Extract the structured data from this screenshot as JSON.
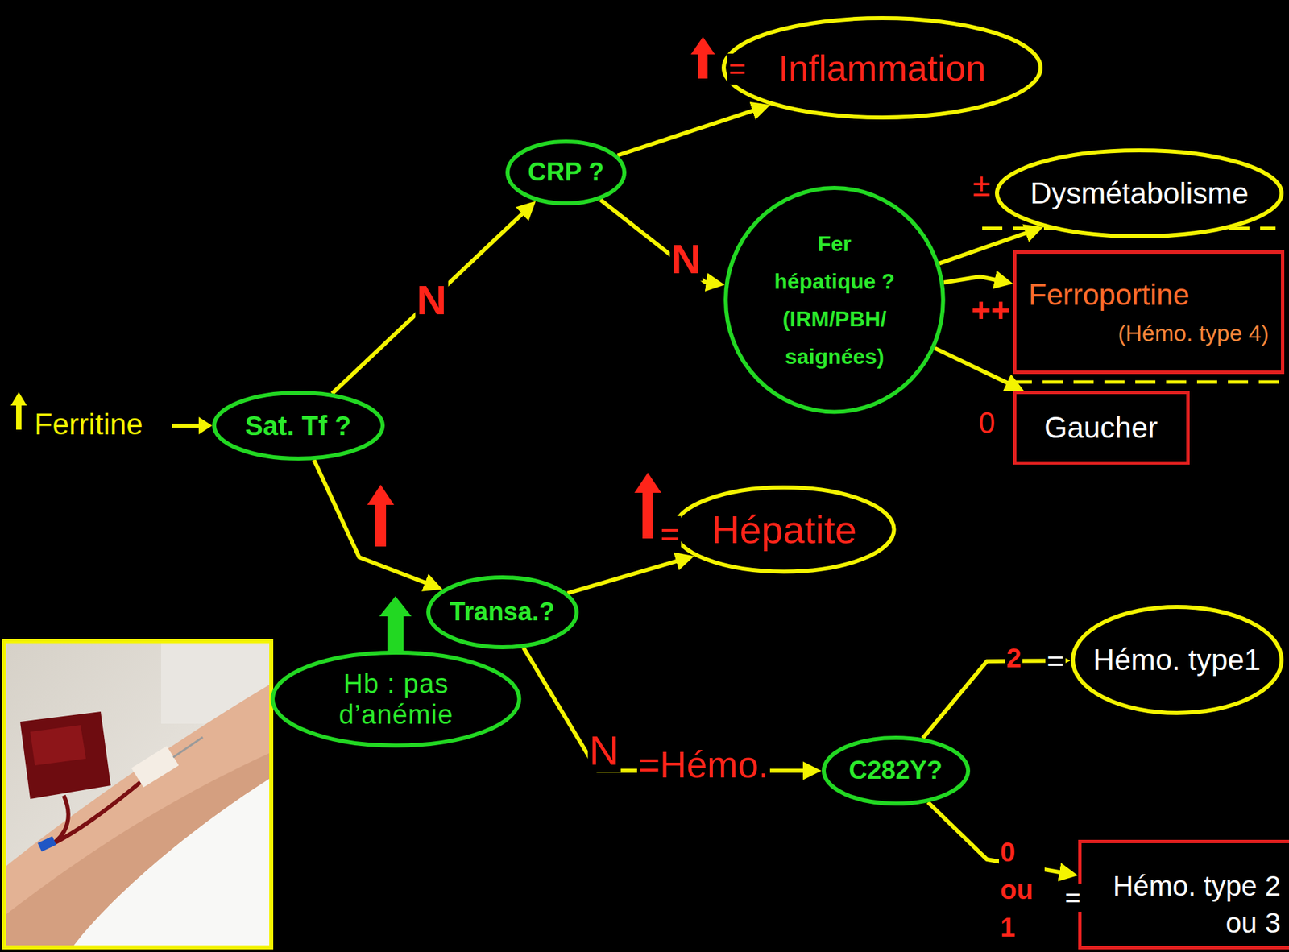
{
  "diagram": {
    "nodes": [
      {
        "text": [
          "Sat. Tf ?"
        ]
      },
      {
        "text": [
          "CRP ?"
        ]
      },
      {
        "text": [
          "Inflammation"
        ]
      },
      {
        "text": [
          "Fer hépatique ? (IRM/PBH/ saignées)"
        ]
      },
      {
        "text": [
          "Dysmétabolisme"
        ]
      },
      {
        "text": [
          "Ferroportine",
          "(Hémo. type 4)"
        ]
      },
      {
        "text": [
          "Gaucher"
        ]
      },
      {
        "text": [
          "Transa.?"
        ]
      },
      {
        "text": [
          "Hépatite"
        ]
      },
      {
        "text": [
          "Hb : pas d’anémie"
        ]
      },
      {
        "text": [
          "C282Y?"
        ]
      },
      {
        "text": [
          "Hémo. type1"
        ]
      },
      {
        "text": [
          "Hémo. type 2 ou 3"
        ]
      }
    ],
    "edges": [
      {
        "from": 0,
        "to": 1,
        "label": "N",
        "arrow": "to"
      },
      {
        "from": 1,
        "to": 2,
        "arrow": "to"
      },
      {
        "from": 1,
        "to": 3,
        "label": "N",
        "arrow": "to"
      },
      {
        "from": 3,
        "to": 4,
        "arrow": "to"
      },
      {
        "from": 3,
        "to": 5,
        "arrow": "to"
      },
      {
        "from": 3,
        "to": 6,
        "arrow": "to"
      },
      {
        "from": 0,
        "to": 7,
        "arrow": "to"
      },
      {
        "from": 7,
        "to": 8,
        "arrow": "to"
      },
      {
        "from": 7,
        "to": 10,
        "label": "N",
        "arrow": "to"
      },
      {
        "from": 10,
        "to": 11,
        "label": "2",
        "arrow": "to"
      },
      {
        "from": 10,
        "to": 12,
        "label": "0 ou 1",
        "arrow": "to"
      }
    ],
    "labels": [
      "Ferritine",
      "=",
      "±",
      "++",
      "0",
      "=",
      "=Hémo.",
      "=",
      "="
    ]
  }
}
